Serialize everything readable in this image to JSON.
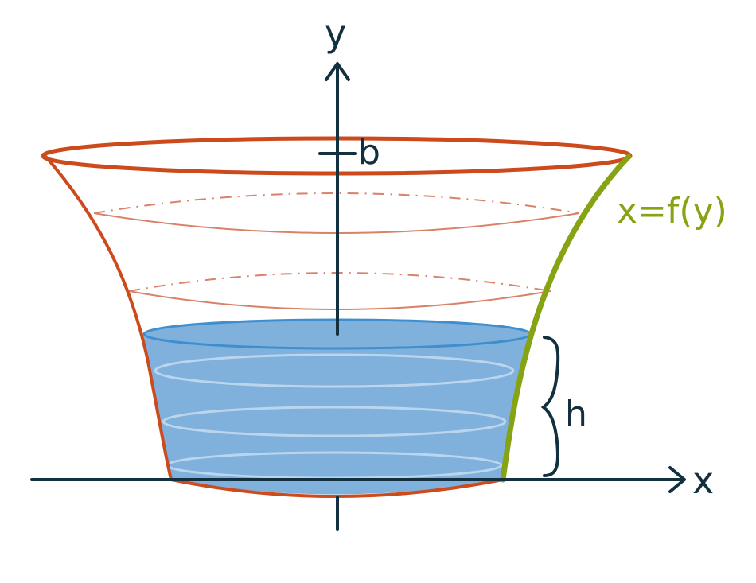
{
  "labels": {
    "y_axis": "y",
    "x_axis": "x",
    "top_mark": "b",
    "curve": "x=f(y)",
    "height": "h"
  },
  "colors": {
    "axis": "#123040",
    "container": "#cc4a1c",
    "level_rings": "#d9826a",
    "curve": "#86a314",
    "water_fill": "#7fb1dc",
    "water_edge": "#3f8fd0"
  }
}
